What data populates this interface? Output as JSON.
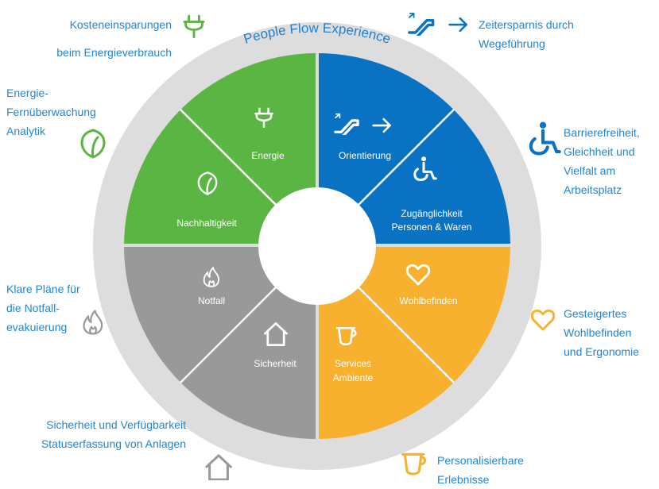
{
  "ring_title": "People Flow Experience",
  "colors": {
    "green": "#5bb543",
    "blue": "#0a72c2",
    "yellow": "#f7b12e",
    "gray": "#999999",
    "ring": "#dddddd",
    "text_blue": "#1f86d3"
  },
  "segments": {
    "energie": "Energie",
    "nachhaltigkeit": "Nachhaltigkeit",
    "orientierung": "Orientierung",
    "zugaenglichkeit_1": "Zugänglichkeit",
    "zugaenglichkeit_2": "Personen & Waren",
    "wohlbefinden": "Wohlbefinden",
    "services_1": "Services",
    "services_2": "Ambiente",
    "notfall": "Notfall",
    "sicherheit": "Sicherheit"
  },
  "outer_labels": {
    "kosten_1": "Kosteneinsparungen",
    "kosten_2": "beim Energieverbrauch",
    "zeit_1": "Zeitersparnis durch",
    "zeit_2": "Wegeführung",
    "energie_1": "Energie-",
    "energie_2": "Fernüberwachung",
    "energie_3": "Analytik",
    "barriere_1": "Barrierefreiheit,",
    "barriere_2": "Gleichheit und",
    "barriere_3": "Vielfalt am",
    "barriere_4": "Arbeitsplatz",
    "klare_1": "Klare Pläne für",
    "klare_2": "die Notfall-",
    "klare_3": "evakuierung",
    "wohl_1": "Gesteigertes",
    "wohl_2": "Wohlbefinden",
    "wohl_3": "und Ergonomie",
    "sich_1": "Sicherheit und Verfügbarkeit",
    "sich_2": "Statuserfassung von Anlagen",
    "pers_1": "Personalisierbare",
    "pers_2": "Erlebnisse"
  },
  "icons": [
    "plug-icon",
    "escalator-arrow-icon",
    "leaf-icon",
    "wheelchair-icon",
    "flame-icon",
    "heart-icon",
    "house-icon",
    "cup-icon"
  ]
}
